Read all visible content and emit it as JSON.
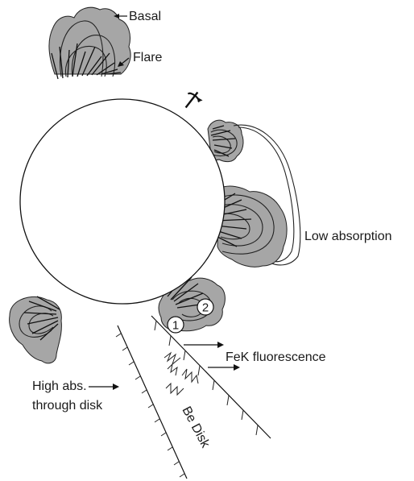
{
  "labels": {
    "basal": "Basal",
    "flare": "Flare",
    "low_absorption": "Low absorption",
    "fek_fluorescence": "FeK  fluorescence",
    "high_abs_line1": "High abs.",
    "high_abs_line2": "through disk",
    "be_disk": "Be Disk",
    "marker_1": "1",
    "marker_2": "2"
  },
  "colors": {
    "plasma_fill": "#a6a6a6",
    "stroke": "#222222",
    "background": "#ffffff"
  },
  "icons": {
    "rotation_axis": "rotation-axis-icon"
  }
}
